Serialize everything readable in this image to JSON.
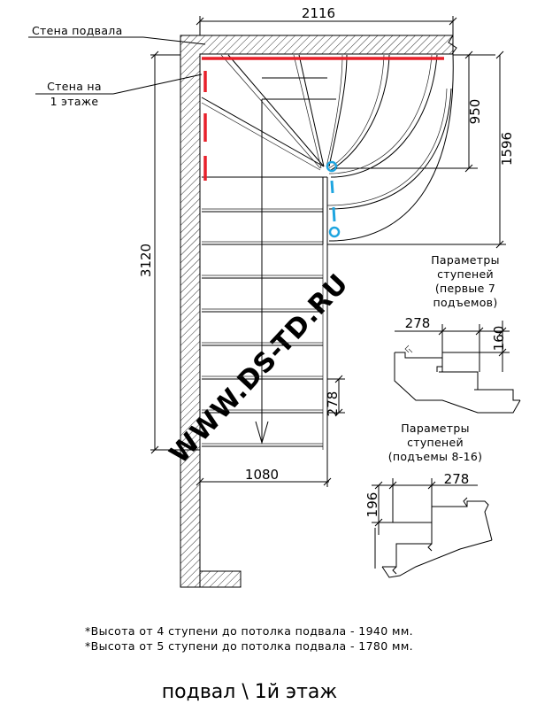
{
  "diagram": {
    "dimensions": {
      "top_width": "2116",
      "winder_depth": "950",
      "landing_depth": "1596",
      "total_length": "3120",
      "tread_278": "278",
      "width_1080": "1080"
    },
    "labels": {
      "basement_wall": "Стена подвала",
      "first_floor_wall_line1": "Стена на",
      "first_floor_wall_line2": "1 этаже"
    },
    "params_1_7": {
      "line1": "Параметры",
      "line2": "ступеней",
      "line3": "(первые 7",
      "line4": "подъемов)",
      "tread": "278",
      "riser": "160"
    },
    "params_8_16": {
      "line1": "Параметры",
      "line2": "ступеней",
      "line3": "(подъемы 8-16)",
      "tread": "278",
      "riser": "196"
    },
    "notes": [
      "*Высота от 4 ступени до потолка подвала - 1940 мм.",
      "*Высота от 5 ступени до потолка подвала - 1780 мм."
    ],
    "caption": "подвал \\ 1й этаж",
    "watermark": "WWW.DS-TD.RU",
    "colors": {
      "line": "#000000",
      "red_marker": "#e8202a",
      "blue_marker": "#1ea5e0",
      "watermark": "#c9c9c9"
    }
  }
}
